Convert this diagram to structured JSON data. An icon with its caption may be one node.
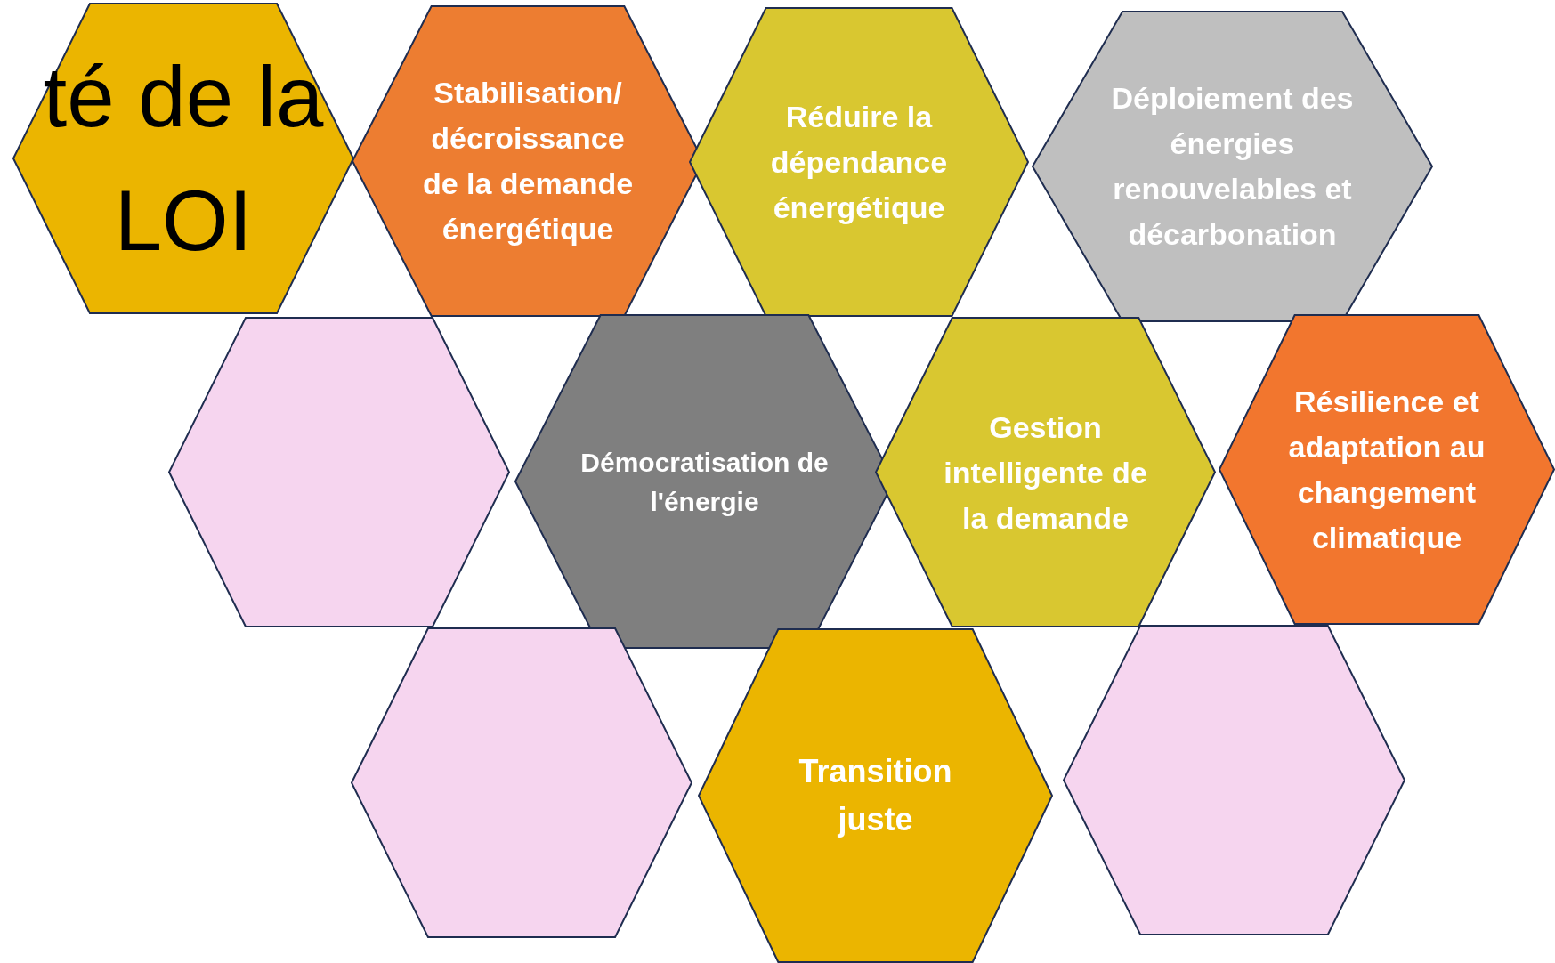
{
  "diagram": {
    "nodes": [
      {
        "text": [
          "té de la LOI"
        ]
      },
      {
        "text": [
          "Stabilisation/ décroissance de la demande énergétique"
        ]
      },
      {
        "text": [
          "Réduire la dépendance énergétique"
        ]
      },
      {
        "text": [
          "Déploiement des énergies renouvelables et décarbonation"
        ]
      },
      {
        "text": [],
        "shape": "hexagon"
      },
      {
        "text": [
          "Démocratisation de l'énergie"
        ]
      },
      {
        "text": [
          "Gestion intelligente de la demande"
        ]
      },
      {
        "text": [
          "Résilience et adaptation au changement climatique"
        ]
      },
      {
        "text": [],
        "shape": "hexagon"
      },
      {
        "text": [
          "Transition juste"
        ]
      },
      {
        "text": [],
        "shape": "hexagon"
      }
    ]
  }
}
